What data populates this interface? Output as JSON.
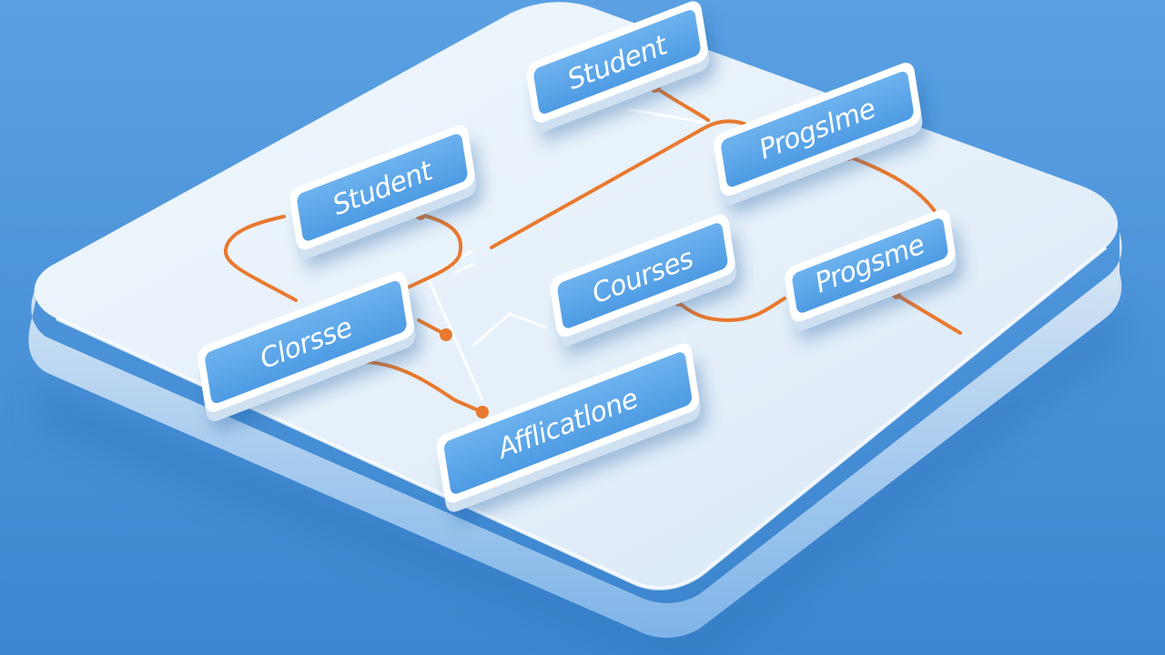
{
  "colors": {
    "background": "#4a93da",
    "board_top": "#e6f1fb",
    "board_side": "#6aa8e4",
    "node_fill": "#5ea7ea",
    "node_frame": "#ffffff",
    "connector": "#e8792f"
  },
  "nodes": [
    {
      "id": "student_top",
      "label": "Student"
    },
    {
      "id": "student_left",
      "label": "Student"
    },
    {
      "id": "programs_top",
      "label": "Progslme"
    },
    {
      "id": "courses",
      "label": "Courses"
    },
    {
      "id": "programs_right",
      "label": "Progsme"
    },
    {
      "id": "course_left",
      "label": "Clorsse"
    },
    {
      "id": "applications",
      "label": "Afflicatlone"
    }
  ]
}
